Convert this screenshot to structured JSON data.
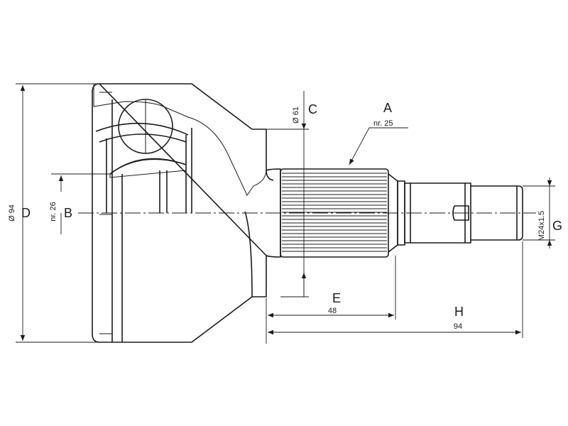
{
  "labels": {
    "A": "A",
    "B": "B",
    "C": "C",
    "D": "D",
    "E": "E",
    "G": "G",
    "H": "H"
  },
  "values": {
    "a_value": "nr. 25",
    "b_value": "nr. 26",
    "c_value": "Ø 61",
    "d_value": "Ø 94",
    "e_value": "48",
    "g_value": "M24x1.5",
    "h_value": "94"
  },
  "colors": {
    "ink": "#1a1a1a",
    "background": "#ffffff"
  }
}
